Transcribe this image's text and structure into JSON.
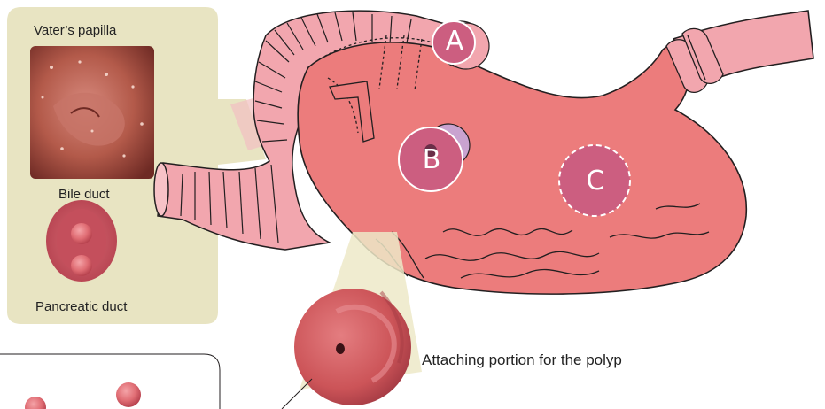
{
  "labels": {
    "vaters_papilla": "Vater’s papilla",
    "bile_duct": "Bile duct",
    "pancreatic_duct": "Pancreatic duct",
    "polyp_attachment": "Attaching portion for the polyp"
  },
  "markers": {
    "a": "A",
    "b": "B",
    "c": "C"
  },
  "colors": {
    "panel_background": "#e8e4c2",
    "stomach": "#ec7c7c",
    "duodenum": "#f2a6ae",
    "marker_fill": "#cc5e80",
    "outline": "#231f20"
  }
}
